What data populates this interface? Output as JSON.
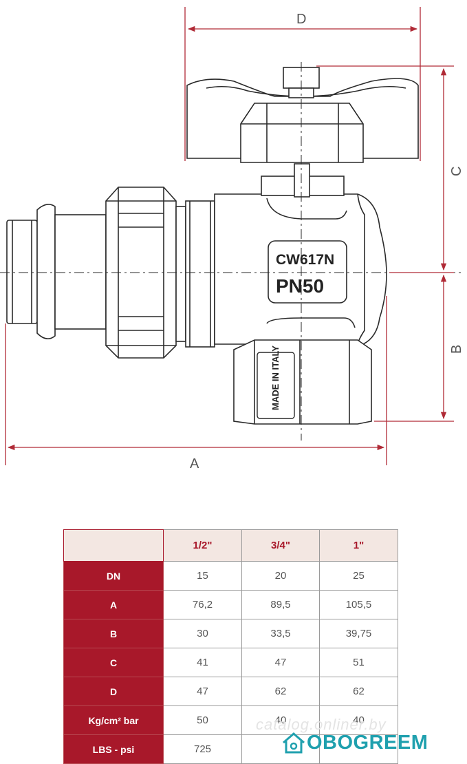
{
  "drawing": {
    "dimensions": [
      "D",
      "C",
      "B",
      "A"
    ],
    "stamp_material": "CW617N",
    "stamp_pressure": "PN50",
    "stamp_origin": "MADE IN ITALY",
    "line_color": "#b02a36"
  },
  "table": {
    "columns": [
      "1/2\"",
      "3/4\"",
      "1\""
    ],
    "rows": [
      {
        "label": "DN",
        "values": [
          "15",
          "20",
          "25"
        ]
      },
      {
        "label": "A",
        "values": [
          "76,2",
          "89,5",
          "105,5"
        ]
      },
      {
        "label": "B",
        "values": [
          "30",
          "33,5",
          "39,75"
        ]
      },
      {
        "label": "C",
        "values": [
          "41",
          "47",
          "51"
        ]
      },
      {
        "label": "D",
        "values": [
          "47",
          "62",
          "62"
        ]
      },
      {
        "label": "Kg/cm² bar",
        "values": [
          "50",
          "40",
          "40"
        ]
      },
      {
        "label": "LBS - psi",
        "values": [
          "725",
          "",
          ""
        ]
      }
    ],
    "header_color": "#a8182a"
  },
  "watermark": {
    "text": "catalog.onliner.by",
    "logo_text": "OBOGREEM",
    "logo_icon": "house-icon"
  }
}
